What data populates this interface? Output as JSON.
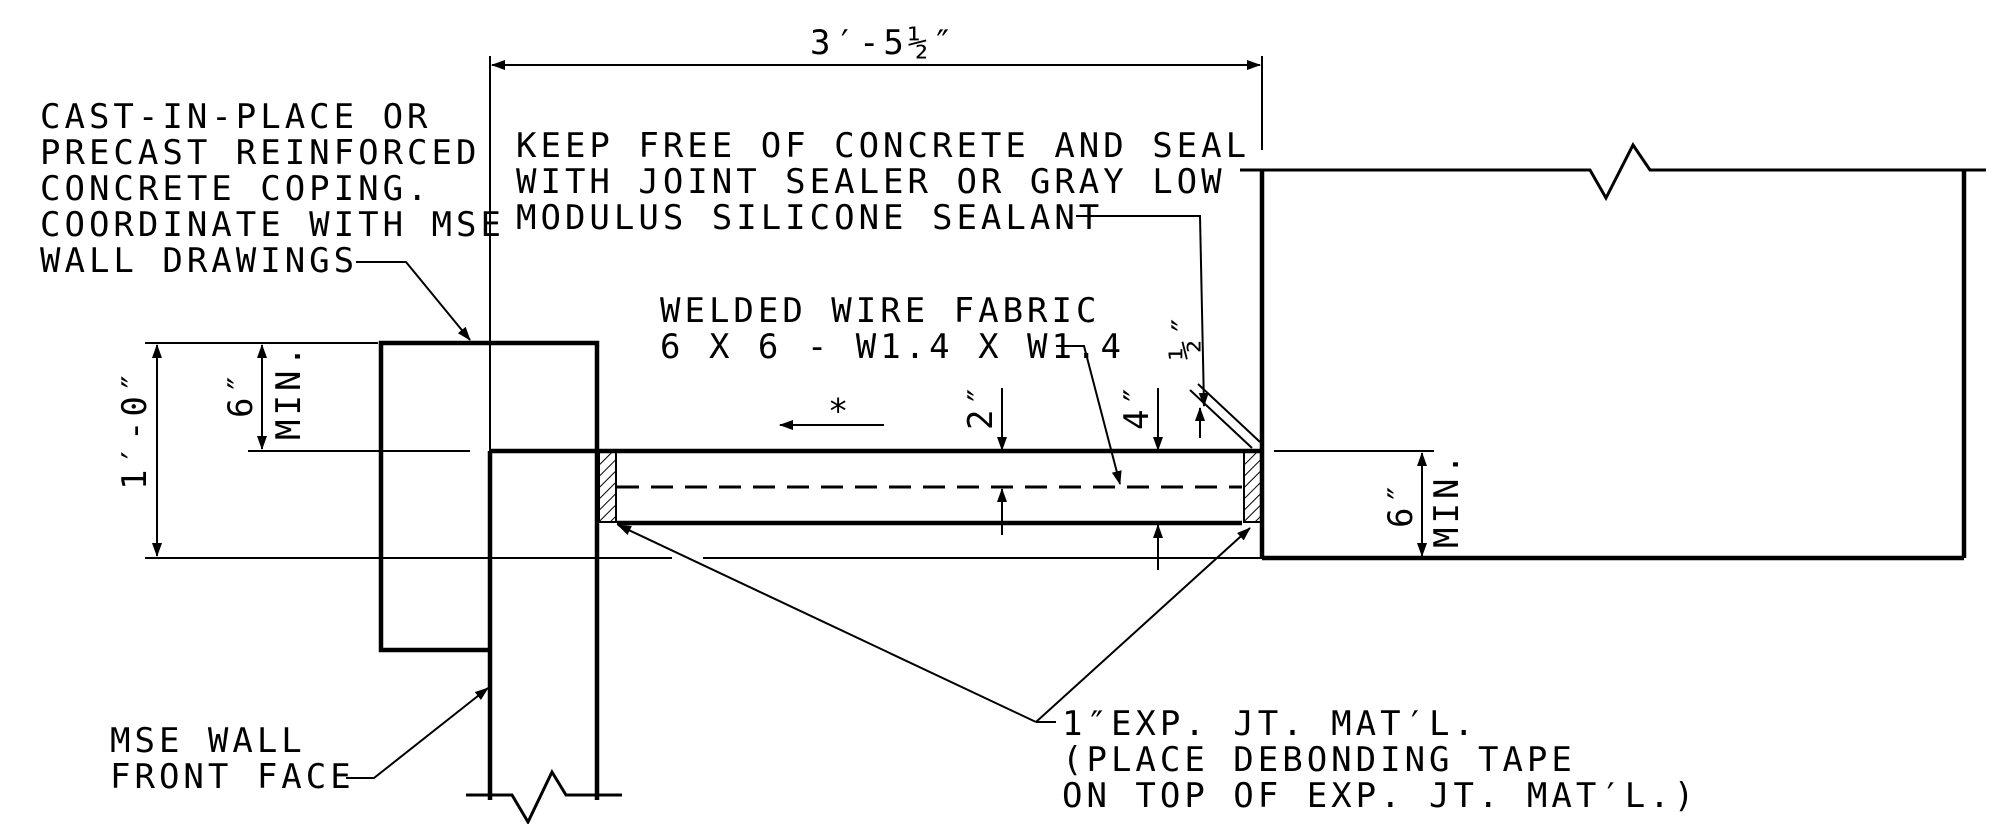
{
  "dimensions": {
    "overall_width": "3′-5½″",
    "total_height": "1′-0″",
    "coping_depth": "6″",
    "coping_min": "MIN.",
    "slab_depth": "6″",
    "slab_min": "MIN.",
    "fabric_cover": "2″",
    "surface_offset": "4″",
    "joint_gap": "½″"
  },
  "notes": {
    "coping": [
      "CAST-IN-PLACE OR",
      "PRECAST REINFORCED",
      "CONCRETE COPING.",
      "COORDINATE WITH MSE",
      "WALL DRAWINGS"
    ],
    "sealant": [
      "KEEP FREE OF CONCRETE AND SEAL",
      "WITH JOINT SEALER OR GRAY LOW",
      "MODULUS SILICONE SEALANT"
    ],
    "fabric": [
      "WELDED WIRE FABRIC",
      "6 X 6 - W1.4 X W1.4"
    ],
    "wall_face": [
      "MSE WALL",
      "FRONT FACE"
    ],
    "exp_joint": [
      "1″EXP. JT. MAT′L.",
      "(PLACE DEBONDING TAPE",
      "ON TOP OF EXP. JT. MAT′L.)"
    ]
  },
  "symbols": {
    "star": "∗"
  },
  "colors": {
    "line": "#000000",
    "background": "#ffffff"
  }
}
